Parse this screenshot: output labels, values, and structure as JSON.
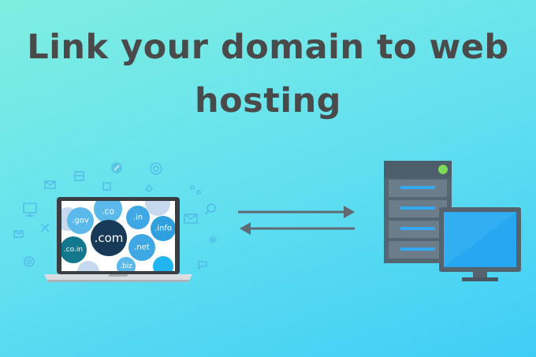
{
  "heading": {
    "line1": "Link your domain to web",
    "line2": "hosting"
  },
  "domains": [
    ".com",
    ".gov",
    ".co",
    ".in",
    ".info",
    ".net",
    ".co.in",
    ".biz"
  ],
  "icons": [
    "monitor-icon",
    "mail-icon",
    "tools-icon",
    "target-icon",
    "compass-icon",
    "image-icon",
    "shopping-bag-icon",
    "network-icon",
    "thumbs-up-icon",
    "search-icon",
    "settings-icon",
    "chat-icon",
    "envelope-icon"
  ],
  "colors": {
    "title": "#4a4a4a",
    "arrow": "#5f6a72",
    "server_body": "#556673",
    "server_face": "#6b7d8a",
    "server_slot": "#33aaf2",
    "server_led": "#7ed957",
    "monitor_screen": "#27a7f0",
    "monitor_frame": "#55636e"
  }
}
